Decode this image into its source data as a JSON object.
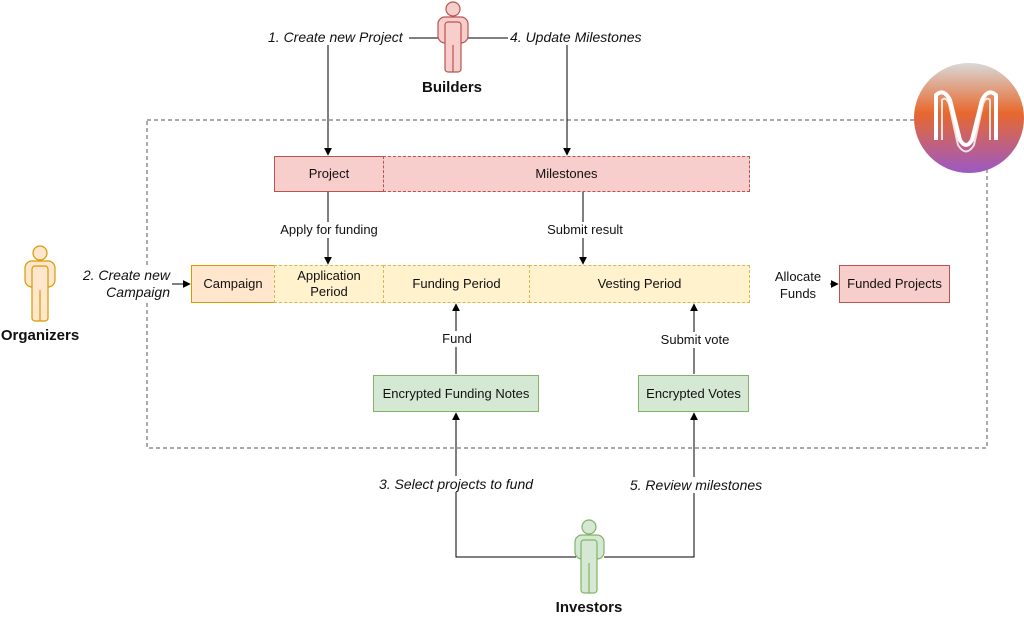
{
  "actors": {
    "builders": "Builders",
    "organizers": "Organizers",
    "investors": "Investors"
  },
  "boxes": {
    "project": "Project",
    "milestones": "Milestones",
    "campaign": "Campaign",
    "application_period": "Application Period",
    "funding_period": "Funding Period",
    "vesting_period": "Vesting Period",
    "funded_projects": "Funded Projects",
    "encrypted_funding_notes": "Encrypted Funding Notes",
    "encrypted_votes": "Encrypted Votes"
  },
  "labels": {
    "create_project": "1. Create new Project",
    "update_milestones": "4. Update Milestones",
    "create_campaign": "2. Create new Campaign",
    "apply_for_funding": "Apply for funding",
    "submit_result": "Submit result",
    "allocate_funds": "Allocate Funds",
    "fund": "Fund",
    "submit_vote": "Submit vote",
    "select_projects": "3. Select projects to fund",
    "review_milestones": "5. Review milestones"
  },
  "colors": {
    "builder": "#f8cecc",
    "builder_stroke": "#b85450",
    "organizer": "#ffe6cc",
    "organizer_stroke": "#d79b00",
    "investor": "#d5e8d4",
    "investor_stroke": "#82b366",
    "logo_top": "#d9d9d9",
    "logo_mid": "#e8692e",
    "logo_bottom": "#9b59c6"
  },
  "logo": "logo-icon"
}
